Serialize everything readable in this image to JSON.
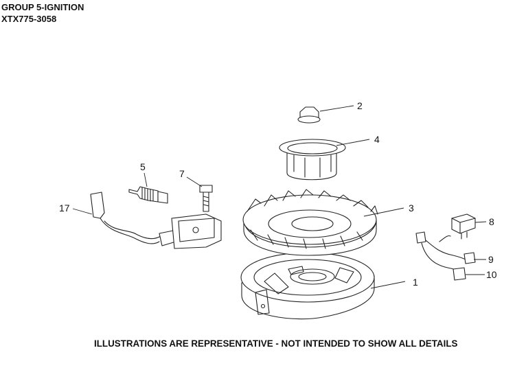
{
  "header": {
    "group_title": "GROUP 5-IGNITION",
    "model_number": "XTX775-3058"
  },
  "disclaimer": "ILLUSTRATIONS ARE REPRESENTATIVE - NOT INTENDED TO SHOW ALL DETAILS",
  "callouts": {
    "flywheel_base": "1",
    "nut": "2",
    "flywheel_fan": "3",
    "cup": "4",
    "spark_plug": "5",
    "bolt": "7",
    "switch": "8",
    "harness_connector_9": "9",
    "harness_connector_10": "10",
    "ignition_coil": "17"
  }
}
